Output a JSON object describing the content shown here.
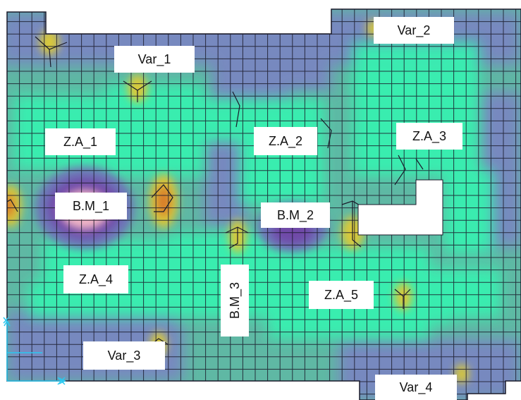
{
  "diagram": {
    "colors": {
      "teal": "#5fb8a4",
      "bright_green": "#38f0b0",
      "purple": "#6e74b8",
      "dark_purple": "#7048a8",
      "blue": "#7ba8d6",
      "yellow": "#d8c83a",
      "orange": "#d87a2a",
      "pink": "#f2b6c6",
      "grid_line": "#1a1a2a",
      "axis": "#2ac8f0"
    },
    "labels": {
      "var_1": "Var_1",
      "var_2": "Var_2",
      "var_3": "Var_3",
      "var_4": "Var_4",
      "za_1": "Z.A_1",
      "za_2": "Z.A_2",
      "za_3": "Z.A_3",
      "za_4": "Z.A_4",
      "za_5": "Z.A_5",
      "bm_1": "B.M_1",
      "bm_2": "B.M_2",
      "bm_3": "B.M_3"
    },
    "axis_icon": "xy-axis-icon"
  }
}
